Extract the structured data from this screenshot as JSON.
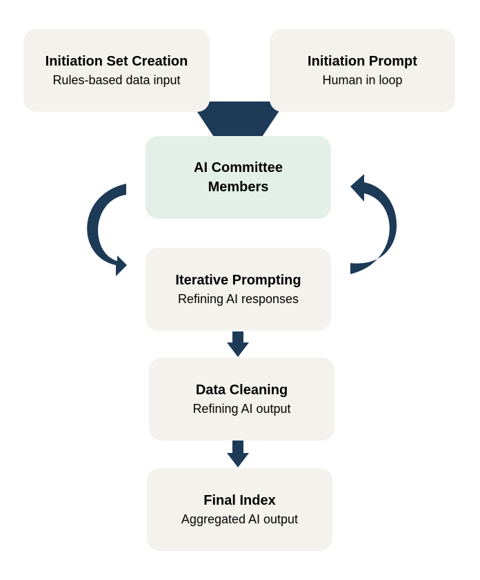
{
  "colors": {
    "box_fill": "#f4f2ec",
    "highlight_fill": "#e3f0e9",
    "arrow": "#1d3a57"
  },
  "nodes": {
    "initiation_set": {
      "title": "Initiation Set Creation",
      "subtitle": "Rules-based data input"
    },
    "initiation_prompt": {
      "title": "Initiation Prompt",
      "subtitle": "Human in loop"
    },
    "committee": {
      "title": "AI Committee\nMembers"
    },
    "iterative": {
      "title": "Iterative Prompting",
      "subtitle": "Refining AI responses"
    },
    "cleaning": {
      "title": "Data Cleaning",
      "subtitle": "Refining AI output"
    },
    "final": {
      "title": "Final Index",
      "subtitle": "Aggregated AI output"
    }
  },
  "edges": [
    {
      "from": "initiation_set",
      "to": "committee",
      "shape": "funnel"
    },
    {
      "from": "initiation_prompt",
      "to": "committee",
      "shape": "funnel"
    },
    {
      "from": "committee",
      "to": "iterative",
      "shape": "curved-arrow-left"
    },
    {
      "from": "iterative",
      "to": "committee",
      "shape": "curved-arrow-right"
    },
    {
      "from": "iterative",
      "to": "cleaning",
      "shape": "down-arrow"
    },
    {
      "from": "cleaning",
      "to": "final",
      "shape": "down-arrow"
    }
  ]
}
